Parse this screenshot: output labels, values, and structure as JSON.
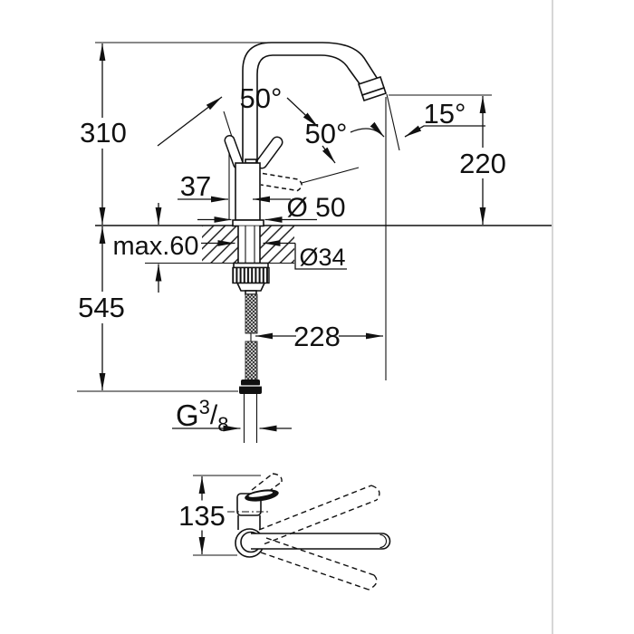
{
  "page": {
    "background": "#ffffff",
    "line_color": "#111111",
    "border_line_color": "#c9c9c9",
    "description_labels_only": "technical dimension drawing of single-lever sink mixer with high U-spout"
  },
  "dims": {
    "d310": "310",
    "d545": "545",
    "dmax60": "max.60",
    "d37": "37",
    "d50dia": "Ø 50",
    "d34dia": "Ø34",
    "d220": "220",
    "d15": "15°",
    "d50a": "50°",
    "d50b": "50°",
    "d228": "228",
    "d135": "135",
    "thread": {
      "g": "G",
      "num": "3",
      "slash": "/",
      "den": "8"
    }
  }
}
